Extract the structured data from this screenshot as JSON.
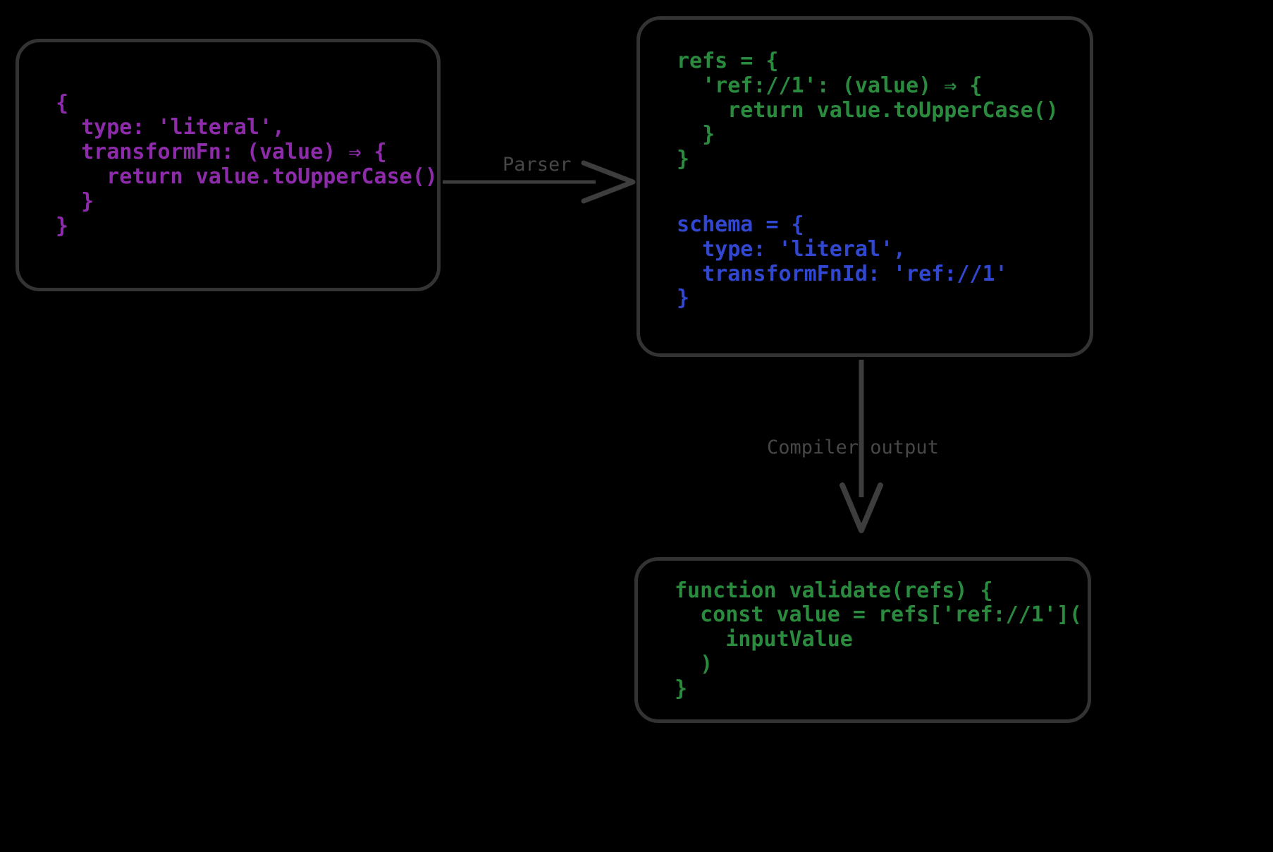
{
  "diagram": {
    "title": "Parser and compiler transformation flow",
    "background": "#000000",
    "border_color": "#333333",
    "edge_color": "#3d3d3d",
    "label_color": "#474747"
  },
  "nodes": {
    "input": {
      "name": "input-schema-object",
      "text_color": "#8e2bab",
      "code": "{\n  type: 'literal',\n  transformFn: (value) ⇒ {\n    return value.toUpperCase()\n  }\n}"
    },
    "ir": {
      "name": "intermediate-representation",
      "refs": {
        "text_color": "#2a8a3e",
        "code": "refs = {\n  'ref://1': (value) ⇒ {\n    return value.toUpperCase()\n  }\n}"
      },
      "schema": {
        "text_color": "#3147cf",
        "code": "schema = {\n  type: 'literal',\n  transformFnId: 'ref://1'\n}"
      }
    },
    "output": {
      "name": "compiled-validate-function",
      "text_color": "#2a8a3e",
      "code": "function validate(refs) {\n  const value = refs['ref://1'](\n    inputValue\n  )\n}"
    }
  },
  "edges": [
    {
      "id": "parser",
      "label": "Parser",
      "from": "input",
      "to": "ir",
      "direction": "right"
    },
    {
      "id": "compiler",
      "label": "Compiler output",
      "from": "ir",
      "to": "output",
      "direction": "down"
    }
  ]
}
